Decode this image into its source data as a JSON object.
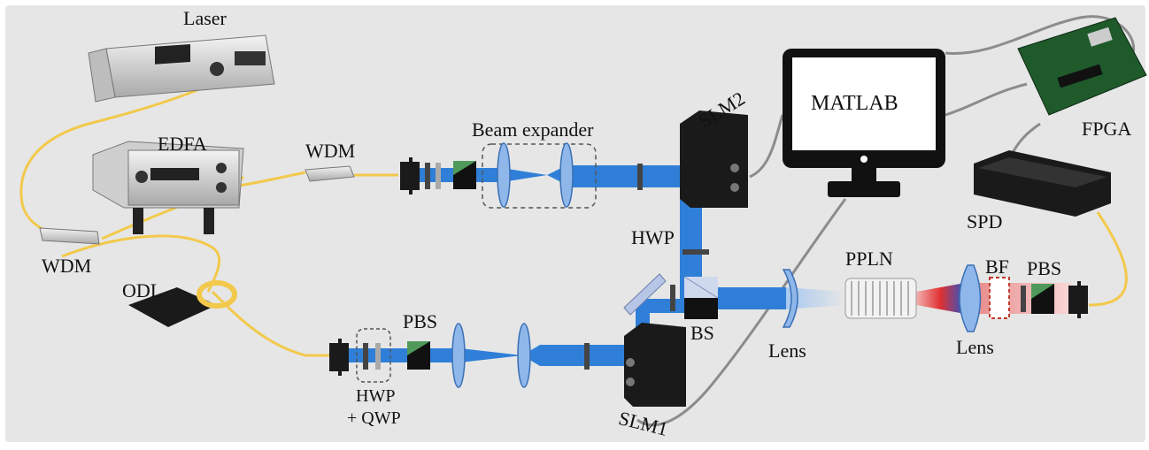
{
  "colors": {
    "background": "#e6e6e6",
    "beam": "#2f7fd8",
    "fiber": "#f2c94c",
    "cable": "#8c8c8c",
    "lens": "#8fb7ea",
    "red_beam": "#e03030",
    "monitor": "#111111"
  },
  "labels": {
    "laser": "Laser",
    "edfa": "EDFA",
    "wdm_top": "WDM",
    "wdm_left": "WDM",
    "odl": "ODL",
    "beam_expander": "Beam expander",
    "slm2": "SLM2",
    "matlab": "MATLAB",
    "fpga": "FPGA",
    "spd": "SPD",
    "hwp": "HWP",
    "ppln": "PPLN",
    "bf": "BF",
    "pbs_right": "PBS",
    "pbs_left": "PBS",
    "bs": "BS",
    "lens_mid": "Lens",
    "lens_right": "Lens",
    "hwp_qwp_line1": "HWP",
    "hwp_qwp_line2": "+ QWP",
    "slm1": "SLM1"
  },
  "icons": [
    "laser-device",
    "edfa-device",
    "odl-device",
    "fpga-board",
    "spd-device",
    "monitor-icon",
    "slm-device",
    "fiber-coupler",
    "polarizing-beam-splitter",
    "beam-splitter-cube",
    "mirror",
    "lens",
    "ppln-crystal",
    "bandpass-filter"
  ]
}
